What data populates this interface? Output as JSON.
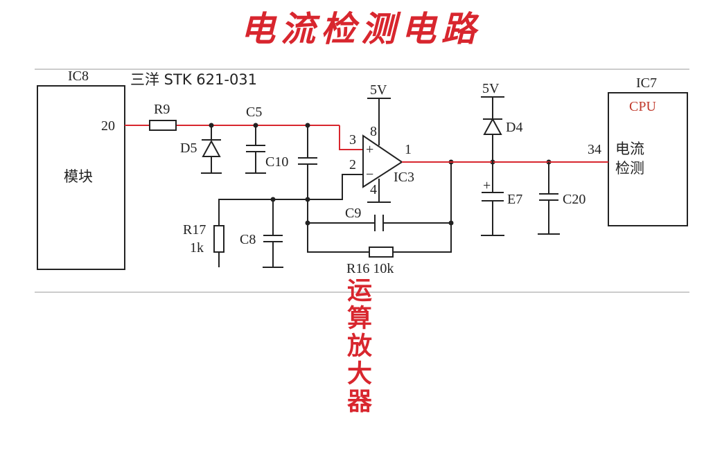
{
  "title": "电流检测电路",
  "annotation_vertical": "运算放大器",
  "chip_ic8": {
    "ref": "IC8",
    "part": "三洋 STK 621-031",
    "name": "模块",
    "pin": "20"
  },
  "chip_ic7": {
    "ref": "IC7",
    "name": "CPU",
    "function": [
      "电流",
      "检测"
    ],
    "pin": "34"
  },
  "opamp": {
    "ref": "IC3",
    "pins": {
      "out": "1",
      "inv": "2",
      "noninv": "3",
      "vcc": "8",
      "gnd": "4"
    },
    "plus": "+",
    "minus": "−"
  },
  "components": {
    "r9": "R9",
    "c5": "C5",
    "d5": "D5",
    "c10": "C10",
    "c8": "C8",
    "r17": "R17",
    "r17_value": "1k",
    "c9": "C9",
    "r16": "R16 10k",
    "d4": "D4",
    "e7": "E7",
    "e7_plus": "+",
    "c20": "C20",
    "supply_1": "5V",
    "supply_2": "5V"
  },
  "colors": {
    "title": "#d8262e",
    "signal": "#d8262e",
    "cpu": "#c0392b",
    "wire": "#222222"
  }
}
